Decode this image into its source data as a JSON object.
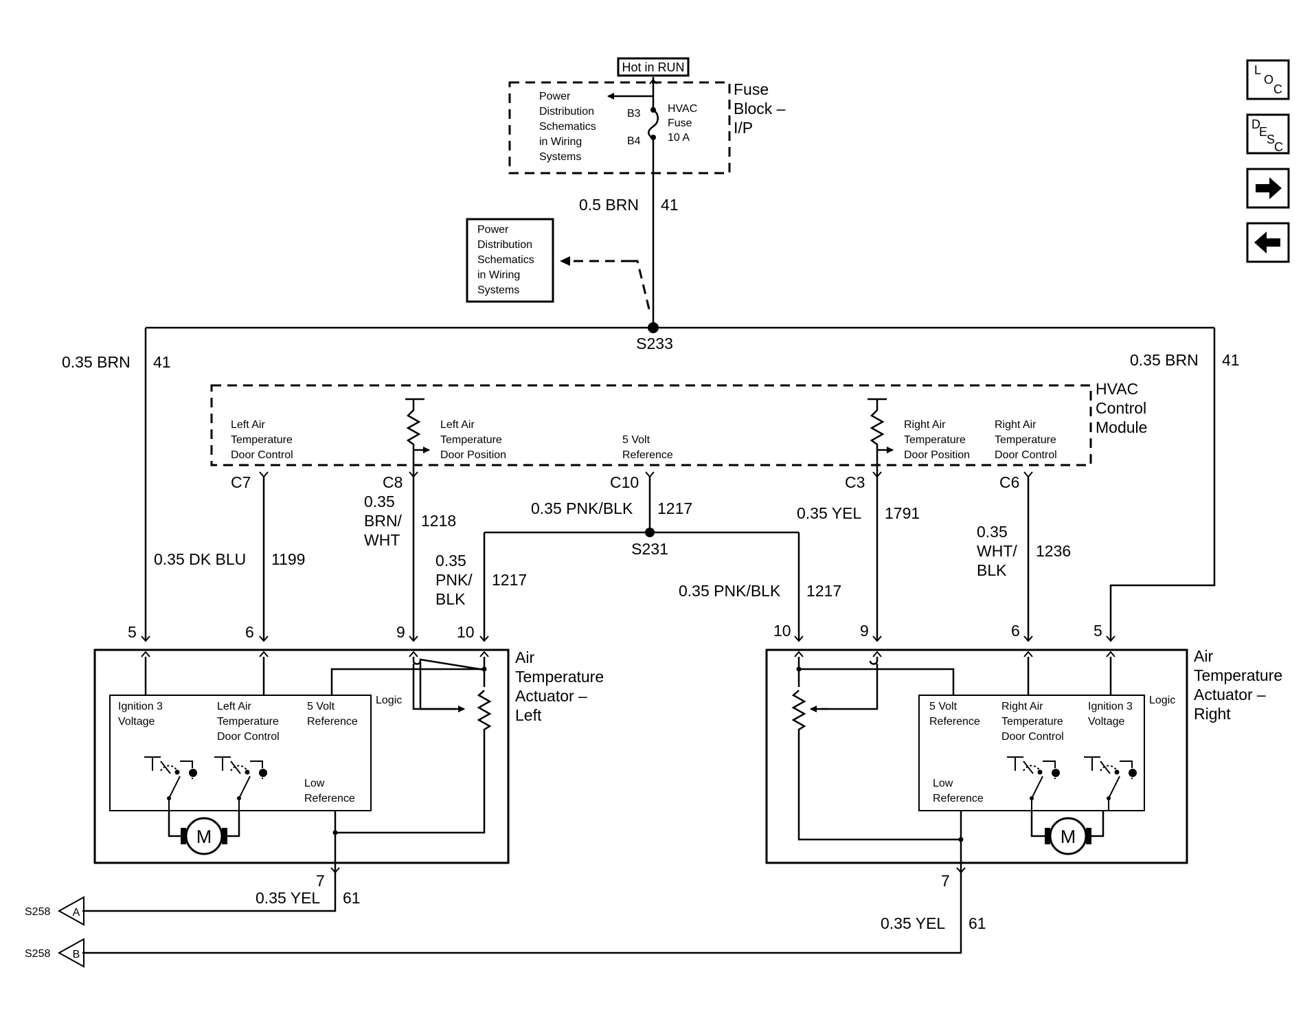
{
  "fuse_block": {
    "hot_label": "Hot in RUN",
    "title_lines": [
      "Fuse",
      "Block –",
      "I/P"
    ],
    "pds_lines": [
      "Power",
      "Distribution",
      "Schematics",
      "in Wiring",
      "Systems"
    ],
    "pin_top": "B3",
    "pin_bottom": "B4",
    "fuse_lines": [
      "HVAC",
      "Fuse",
      "10 A"
    ]
  },
  "pds_box": {
    "lines": [
      "Power",
      "Distribution",
      "Schematics",
      "in Wiring",
      "Systems"
    ]
  },
  "wires": {
    "feed_gauge": "0.5 BRN",
    "feed_circuit": "41",
    "left_feed_gauge": "0.35 BRN",
    "left_feed_circuit": "41",
    "right_feed_gauge": "0.35 BRN",
    "right_feed_circuit": "41",
    "c7_gauge": "0.35 DK BLU",
    "c7_circuit": "1199",
    "c8_gauge_lines": [
      "0.35",
      "BRN/",
      "WHT"
    ],
    "c8_circuit": "1218",
    "c10_gauge": "0.35 PNK/BLK",
    "c10_circuit": "1217",
    "left_ref_gauge_lines": [
      "0.35",
      "PNK/",
      "BLK"
    ],
    "left_ref_circuit": "1217",
    "right_ref_gauge": "0.35 PNK/BLK",
    "right_ref_circuit": "1217",
    "c3_gauge": "0.35 YEL",
    "c3_circuit": "1791",
    "c6_gauge_lines": [
      "0.35",
      "WHT/",
      "BLK"
    ],
    "c6_circuit": "1236",
    "left_ground_gauge": "0.35 YEL",
    "left_ground_circuit": "61",
    "right_ground_gauge": "0.35 YEL",
    "right_ground_circuit": "61"
  },
  "splices": {
    "main": "S233",
    "ref": "S231"
  },
  "hvac_module": {
    "title_lines": [
      "HVAC",
      "Control",
      "Module"
    ],
    "left_control_lines": [
      "Left Air",
      "Temperature",
      "Door Control"
    ],
    "left_position_lines": [
      "Left Air",
      "Temperature",
      "Door Position"
    ],
    "ref_lines": [
      "5 Volt",
      "Reference"
    ],
    "right_position_lines": [
      "Right Air",
      "Temperature",
      "Door Position"
    ],
    "right_control_lines": [
      "Right Air",
      "Temperature",
      "Door Control"
    ],
    "connectors": {
      "c7": "C7",
      "c8": "C8",
      "c10": "C10",
      "c3": "C3",
      "c6": "C6"
    }
  },
  "left_actuator": {
    "title_lines": [
      "Air",
      "Temperature",
      "Actuator –",
      "Left"
    ],
    "pins": {
      "p5": "5",
      "p6": "6",
      "p9": "9",
      "p10": "10",
      "p7": "7"
    },
    "ign_lines": [
      "Ignition 3",
      "Voltage"
    ],
    "ctrl_lines": [
      "Left Air",
      "Temperature",
      "Door Control"
    ],
    "ref_lines": [
      "5 Volt",
      "Reference"
    ],
    "low_lines": [
      "Low",
      "Reference"
    ],
    "logic": "Logic",
    "motor": "M"
  },
  "right_actuator": {
    "title_lines": [
      "Air",
      "Temperature",
      "Actuator –",
      "Right"
    ],
    "pins": {
      "p10": "10",
      "p9": "9",
      "p6": "6",
      "p5": "5",
      "p7": "7"
    },
    "ref_lines": [
      "5 Volt",
      "Reference"
    ],
    "ctrl_lines": [
      "Right Air",
      "Temperature",
      "Door Control"
    ],
    "ign_lines": [
      "Ignition 3",
      "Voltage"
    ],
    "low_lines": [
      "Low",
      "Reference"
    ],
    "logic": "Logic",
    "motor": "M"
  },
  "offpage": [
    {
      "splice": "S258",
      "letter": "A"
    },
    {
      "splice": "S258",
      "letter": "B"
    }
  ],
  "nav": {
    "loc": [
      "L",
      "O",
      "C"
    ],
    "desc": [
      "D",
      "E",
      "S",
      "C"
    ],
    "forward_icon": "arrow-right-icon",
    "back_icon": "arrow-left-icon"
  }
}
